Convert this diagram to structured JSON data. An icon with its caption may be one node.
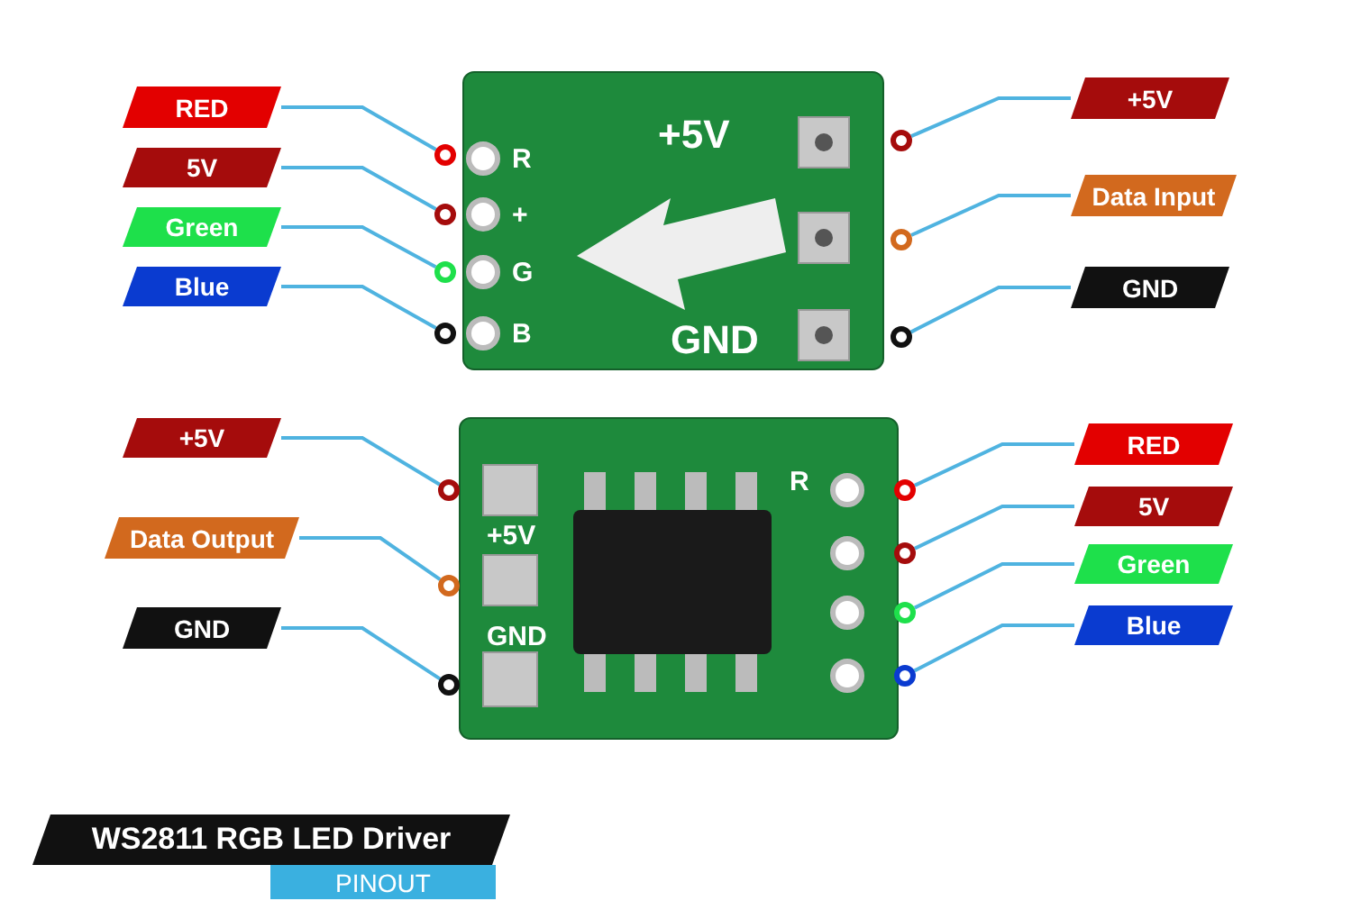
{
  "diagram": {
    "title": "WS2811 RGB LED Driver",
    "nodes": [
      {
        "text": [
          "RED"
        ]
      },
      {
        "text": [
          "5V"
        ]
      },
      {
        "text": [
          "Green"
        ]
      },
      {
        "text": [
          "Blue"
        ]
      },
      {
        "text": [
          "+5V"
        ]
      },
      {
        "text": [
          "Data Input"
        ]
      },
      {
        "text": [
          "GND"
        ]
      },
      {
        "text": [
          "+5V"
        ]
      },
      {
        "text": [
          "Data Output"
        ]
      },
      {
        "text": [
          "GND"
        ]
      },
      {
        "text": [
          "RED"
        ]
      },
      {
        "text": [
          "5V"
        ]
      },
      {
        "text": [
          "Green"
        ]
      },
      {
        "text": [
          "Blue"
        ]
      },
      {
        "text": [],
        "shape": "circle"
      },
      {
        "text": [],
        "shape": "circle"
      },
      {
        "text": [],
        "shape": "circle"
      },
      {
        "text": [],
        "shape": "circle"
      },
      {
        "text": [],
        "shape": "circle"
      },
      {
        "text": [],
        "shape": "circle"
      },
      {
        "text": [],
        "shape": "circle"
      },
      {
        "text": [],
        "shape": "circle"
      },
      {
        "text": [],
        "shape": "circle"
      },
      {
        "text": [],
        "shape": "circle"
      },
      {
        "text": [],
        "shape": "circle"
      },
      {
        "text": [],
        "shape": "circle"
      },
      {
        "text": [],
        "shape": "circle"
      },
      {
        "text": [],
        "shape": "circle"
      }
    ],
    "edges": [
      {
        "from": 0,
        "to": 14,
        "arrow": "none"
      },
      {
        "from": 1,
        "to": 15,
        "arrow": "none"
      },
      {
        "from": 2,
        "to": 16,
        "arrow": "none"
      },
      {
        "from": 3,
        "to": 17,
        "arrow": "none"
      },
      {
        "from": 4,
        "to": 18,
        "arrow": "none"
      },
      {
        "from": 5,
        "to": 19,
        "arrow": "none"
      },
      {
        "from": 6,
        "to": 20,
        "arrow": "none"
      },
      {
        "from": 7,
        "to": 21,
        "arrow": "none"
      },
      {
        "from": 8,
        "to": 22,
        "arrow": "none"
      },
      {
        "from": 9,
        "to": 23,
        "arrow": "none"
      },
      {
        "from": 10,
        "to": 24,
        "arrow": "none"
      },
      {
        "from": 11,
        "to": 25,
        "arrow": "none"
      },
      {
        "from": 12,
        "to": 26,
        "arrow": "none"
      },
      {
        "from": 13,
        "to": 27,
        "arrow": "none"
      }
    ],
    "labels": [
      "+5V",
      "R",
      "+",
      "G",
      "B",
      "GND",
      "+5V",
      "R",
      "GND",
      "PINOUT"
    ]
  }
}
